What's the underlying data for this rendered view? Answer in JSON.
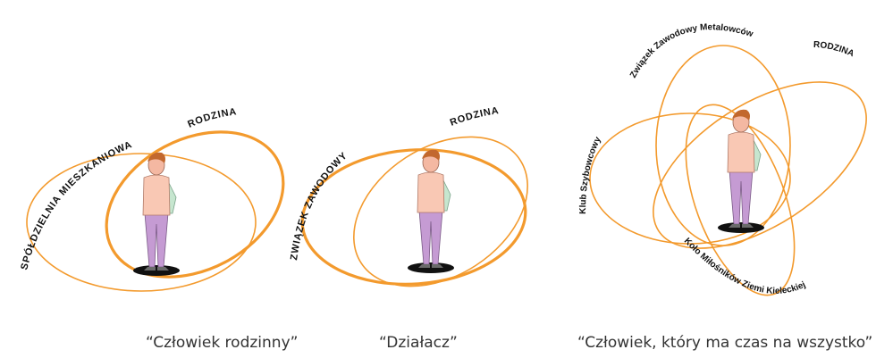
{
  "panels": [
    {
      "caption": "“Człowiek rodzinny”",
      "labels": {
        "spoldzielnia": "SPÓŁDZIELNIA MIESZKANIOWA",
        "rodzina": "RODZINA"
      }
    },
    {
      "caption": "“Działacz”",
      "labels": {
        "zwiazek": "ZWIĄZEK ZAWODOWY",
        "rodzina": "RODZINA"
      }
    },
    {
      "caption": "“Człowiek, który ma czas na wszystko”",
      "labels": {
        "metalowcow": "Związek Zawodowy Metalowców",
        "rodzina": "RODZINA",
        "szybowcowy": "Klub Szybowcowy",
        "kolo": "Koło Miłośników Ziemi Kieleckiej"
      }
    }
  ],
  "colors": {
    "ellipse": "#F39A2D",
    "shirt": "#F9C8B4",
    "trousers": "#C59BD3",
    "hair": "#C2682E"
  }
}
